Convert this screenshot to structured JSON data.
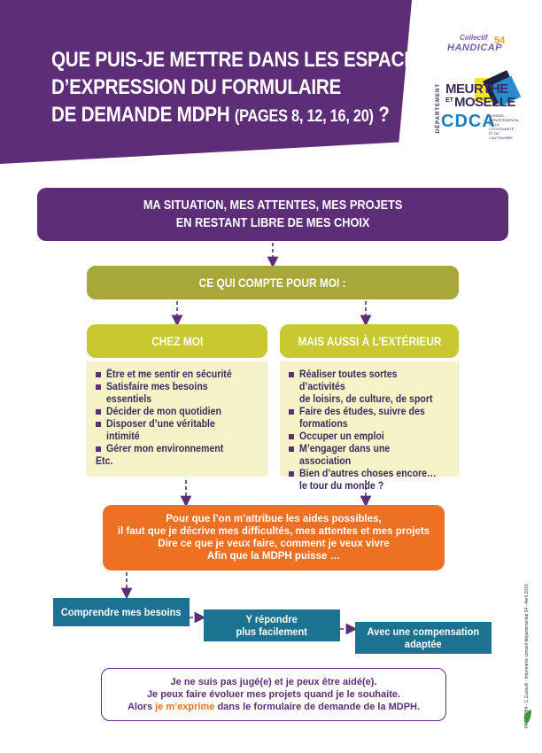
{
  "header": {
    "title_line1": "QUE PUIS-JE METTRE DANS LES ESPACES",
    "title_line2": "D’EXPRESSION DU FORMULAIRE",
    "title_line3": "DE DEMANDE MDPH",
    "title_pages": "(PAGES 8, 12, 16, 20)",
    "title_q": "?",
    "banner_color": "#5d2d77"
  },
  "logos": {
    "collectif_top": "Collectif",
    "collectif_main": "HANDICAP",
    "collectif_num": "54",
    "dept_vertical": "DÉPARTEMENT",
    "meurthe": "MEURTHE",
    "et": "ET",
    "moselle": "MOSELLE",
    "cdca": "CDCA",
    "cdca_sub": "CONSEIL DÉPARTEMENTAL DE LA CITOYENNETÉ ET DE L’AUTONOMIE"
  },
  "flow": {
    "top_line1": "MA SITUATION, MES ATTENTES, MES PROJETS",
    "top_line2": "EN RESTANT LIBRE DE MES CHOIX",
    "compte": "CE QUI COMPTE POUR MOI :",
    "chez_moi": "CHEZ MOI",
    "exterieur": "MAIS AUSSI À L’EXTÉRIEUR",
    "left_items": [
      "Être et me sentir en sécurité",
      "Satisfaire mes besoins essentiels",
      "Décider de mon quotidien",
      "Disposer d’une véritable intimité",
      "Gérer mon environnement"
    ],
    "left_etc": "Etc.",
    "right_items": [
      [
        "Réaliser toutes sortes d’activités",
        "de loisirs, de culture, de sport"
      ],
      [
        "Faire des études, suivre des",
        "formations"
      ],
      [
        "Occuper un emploi"
      ],
      [
        "M’engager dans une association"
      ],
      [
        "Bien d’autres choses encore…",
        "le tour du monde ?"
      ]
    ],
    "orange_line1": "Pour que l’on m’attribue les aides possibles,",
    "orange_line2": "il faut que je décrive mes difficultés, mes attentes et mes projets",
    "orange_line3": "Dire ce que je veux faire, comment je veux vivre",
    "orange_line4": "Afin que la MDPH puisse …",
    "teal1": "Comprendre mes besoins",
    "teal2_line1": "Y répondre",
    "teal2_line2": "plus facilement",
    "teal3_line1": "Avec une compensation",
    "teal3_line2": "adaptée"
  },
  "footer": {
    "line1": "Je ne suis pas jugé(e) et je peux être aidé(e).",
    "line2": "Je peux faire évoluer mes projets quand je le souhaite.",
    "line3_pre": "Alors ",
    "line3_hl": "je m’exprime",
    "line3_post": " dans le formulaire de demande de la MDPH."
  },
  "credit": "PAO CD54 - C.Zucoulli - Imprimerie conseil départemental 54 - Avril 2019"
}
